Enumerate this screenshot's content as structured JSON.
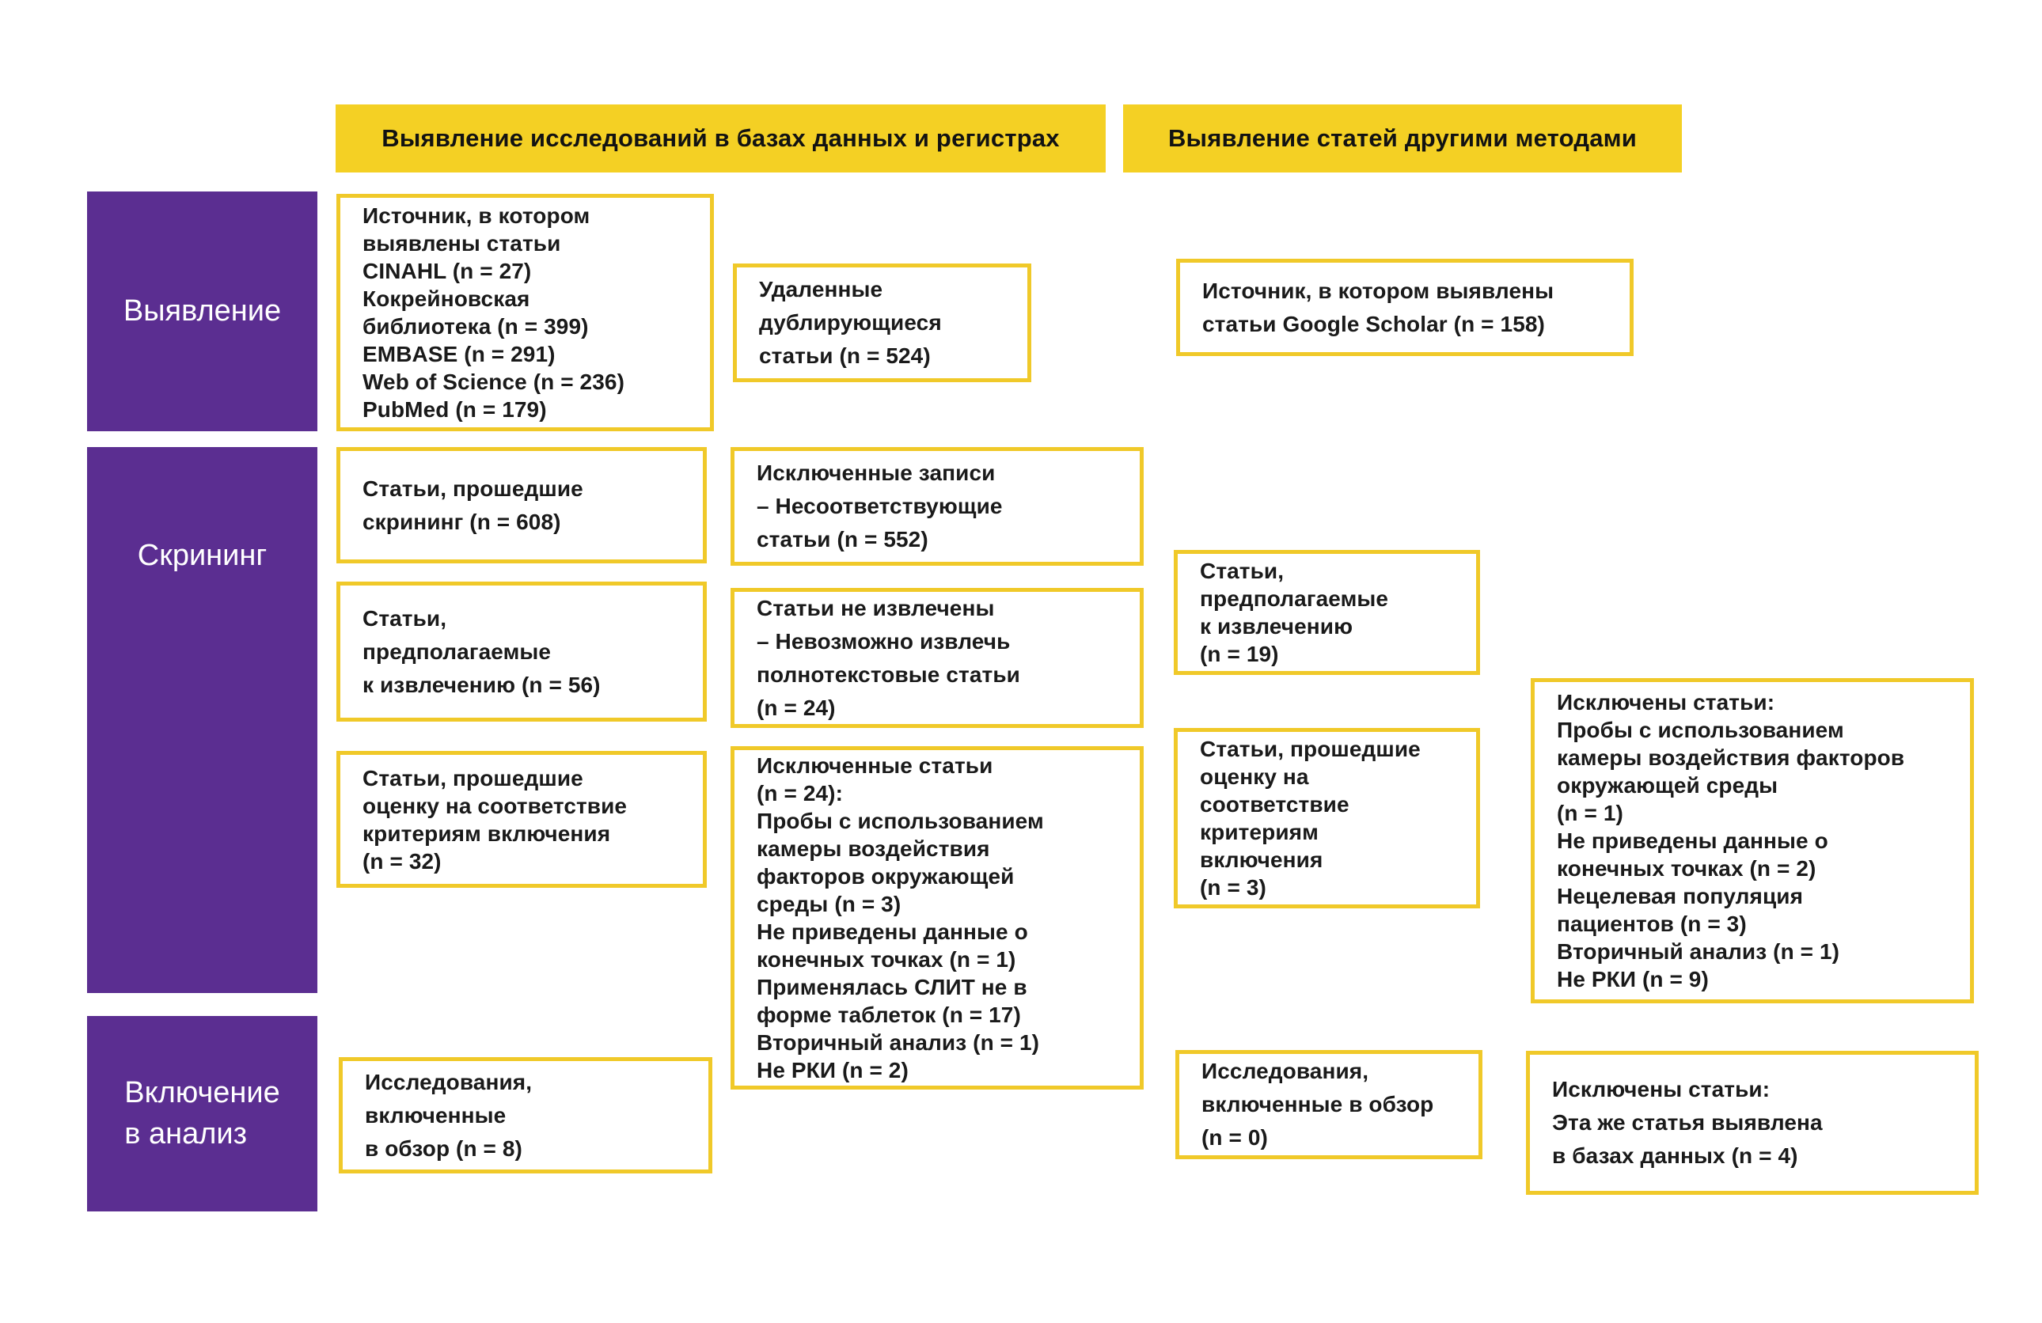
{
  "palette": {
    "yellow_header": "#f4d024",
    "yellow_border": "#f0c929",
    "purple_stage": "#5b2e91",
    "text": "#1a1a1a",
    "background": "#ffffff"
  },
  "headers": {
    "databases": "Выявление исследований в базах данных и регистрах",
    "other_methods": "Выявление статей другими методами"
  },
  "stages": {
    "identification": "Выявление",
    "screening": "Скрининг",
    "inclusion": [
      "Включение",
      "в анализ"
    ]
  },
  "boxes": {
    "sources_databases": [
      "Источник, в котором",
      "выявлены статьи",
      "CINAHL (n = 27)",
      "Кокрейновская",
      "библиотека (n = 399)",
      "EMBASE (n = 291)",
      "Web of Science (n = 236)",
      "PubMed (n = 179)"
    ],
    "duplicates_removed": [
      "Удаленные",
      "дублирующиеся",
      "статьи (n = 524)"
    ],
    "google_scholar_source": [
      "Источник, в котором выявлены",
      "статьи Google Scholar (n = 158)"
    ],
    "records_screened": [
      "Статьи, прошедшие",
      "скрининг (n = 608)"
    ],
    "records_excluded": [
      "Исключенные записи",
      "– Несоответствующие",
      "статьи (n = 552)"
    ],
    "sought_retrieval_databases": [
      "Статьи,",
      "предполагаемые",
      "к извлечению (n = 56)"
    ],
    "not_retrieved": [
      "Статьи не извлечены",
      "– Невозможно извлечь",
      "полнотекстовые статьи",
      "(n = 24)"
    ],
    "assessed_eligibility_databases": [
      "Статьи, прошедшие",
      "оценку на соответствие",
      "критериям включения",
      "(n = 32)"
    ],
    "excluded_articles_databases": [
      "Исключенные статьи",
      "(n = 24):",
      "Пробы с использованием",
      "камеры воздействия",
      "факторов окружающей",
      "среды (n = 3)",
      "Не приведены данные о",
      "конечных точках (n = 1)",
      "Применялась СЛИТ не в",
      "форме таблеток (n = 17)",
      "Вторичный анализ (n = 1)",
      "Не РКИ (n = 2)"
    ],
    "sought_retrieval_other": [
      "Статьи,",
      "предполагаемые",
      "к извлечению",
      "(n = 19)"
    ],
    "assessed_eligibility_other": [
      "Статьи, прошедшие",
      "оценку на",
      "соответствие",
      "критериям",
      "включения",
      "(n = 3)"
    ],
    "excluded_articles_other": [
      "Исключены статьи:",
      "Пробы с использованием",
      "камеры воздействия факторов",
      "окружающей среды",
      "(n = 1)",
      "Не приведены данные о",
      "конечных точках (n = 2)",
      "Нецелевая популяция",
      "пациентов (n = 3)",
      "Вторичный анализ (n = 1)",
      "Не РКИ (n = 9)"
    ],
    "included_databases": [
      "Исследования,",
      "включенные",
      "в обзор (n = 8)"
    ],
    "included_other": [
      "Исследования,",
      "включенные в обзор",
      "(n = 0)"
    ],
    "excluded_duplicate_in_databases": [
      "Исключены статьи:",
      "Эта же статья выявлена",
      "в базах данных (n = 4)"
    ]
  }
}
